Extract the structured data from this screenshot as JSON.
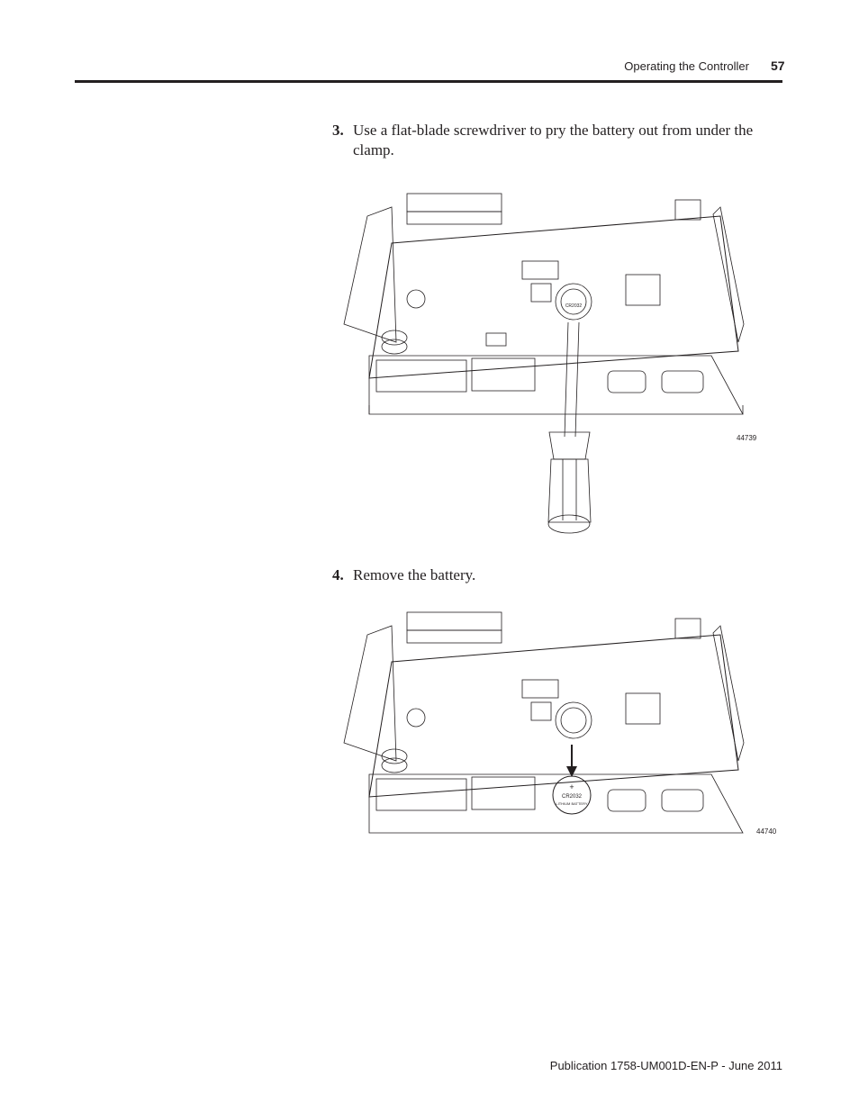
{
  "header": {
    "section_title": "Operating the Controller",
    "page_number": "57"
  },
  "steps": [
    {
      "number": "3.",
      "line1": "Use a flat-blade screwdriver to pry the battery out from under the",
      "line2": "clamp."
    },
    {
      "number": "4.",
      "line1": "Remove the battery."
    }
  ],
  "figures": [
    {
      "id": "44739",
      "battery_label": "CR2032"
    },
    {
      "id": "44740",
      "battery_label": "CR2032",
      "battery_sublabel": "LITHIUM BATTERY",
      "battery_sign": "+"
    }
  ],
  "footer": {
    "publication": "Publication 1758-UM001D-EN-P - June 2011"
  }
}
